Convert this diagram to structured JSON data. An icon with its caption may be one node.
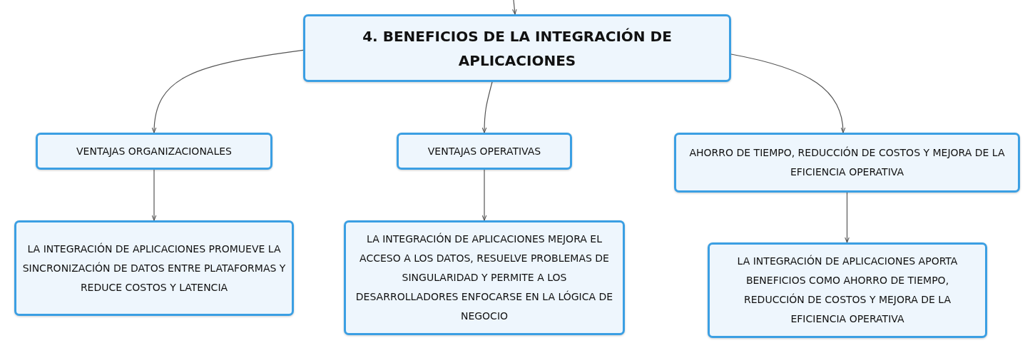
{
  "diagram": {
    "nodes": [
      {
        "text": [
          "4. BENEFICIOS DE LA INTEGRACIÓN DE APLICACIONES"
        ]
      },
      {
        "text": [
          "VENTAJAS ORGANIZACIONALES"
        ]
      },
      {
        "text": [
          "VENTAJAS OPERATIVAS"
        ]
      },
      {
        "text": [
          "AHORRO DE TIEMPO, REDUCCIÓN DE COSTOS Y MEJORA DE LA EFICIENCIA OPERATIVA"
        ]
      },
      {
        "text": [
          "LA INTEGRACIÓN DE APLICACIONES PROMUEVE LA SINCRONIZACIÓN DE DATOS ENTRE PLATAFORMAS Y REDUCE COSTOS Y LATENCIA"
        ]
      },
      {
        "text": [
          "LA INTEGRACIÓN DE APLICACIONES MEJORA EL ACCESO A LOS DATOS, RESUELVE PROBLEMAS DE SINGULARIDAD Y PERMITE A LOS DESARROLLADORES ENFOCARSE EN LA LÓGICA DE NEGOCIO"
        ]
      },
      {
        "text": [
          "LA INTEGRACIÓN DE APLICACIONES APORTA BENEFICIOS COMO AHORRO DE TIEMPO, REDUCCIÓN DE COSTOS Y MEJORA DE LA EFICIENCIA OPERATIVA"
        ]
      }
    ],
    "edges": [
      {
        "from": null,
        "to": 0,
        "arrow": "to"
      },
      {
        "from": 0,
        "to": 1,
        "arrow": "to"
      },
      {
        "from": 0,
        "to": 2,
        "arrow": "to"
      },
      {
        "from": 0,
        "to": 3,
        "arrow": "to"
      },
      {
        "from": 1,
        "to": 4,
        "arrow": "to"
      },
      {
        "from": 2,
        "to": 5,
        "arrow": "to"
      },
      {
        "from": 3,
        "to": 6,
        "arrow": "to"
      }
    ]
  }
}
